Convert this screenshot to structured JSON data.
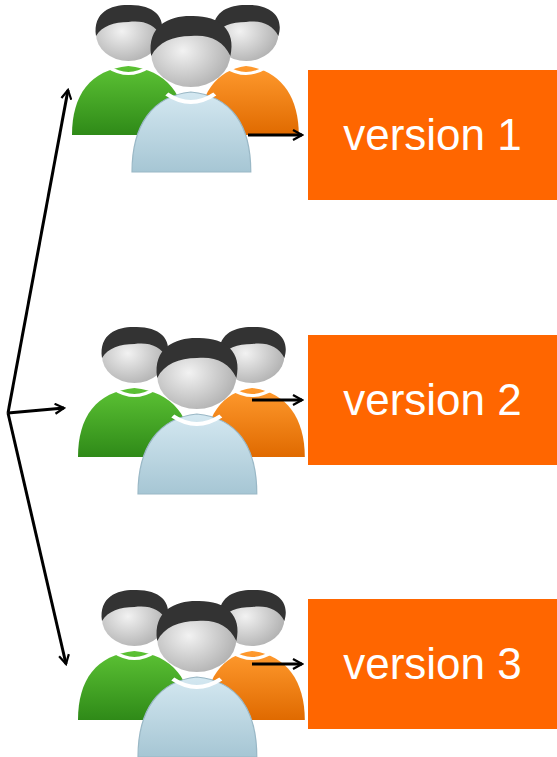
{
  "diagram": {
    "nodes": [
      {
        "text": [
          "version 1"
        ]
      },
      {
        "text": [
          "version 2"
        ]
      },
      {
        "text": [
          "version 3"
        ]
      }
    ]
  }
}
